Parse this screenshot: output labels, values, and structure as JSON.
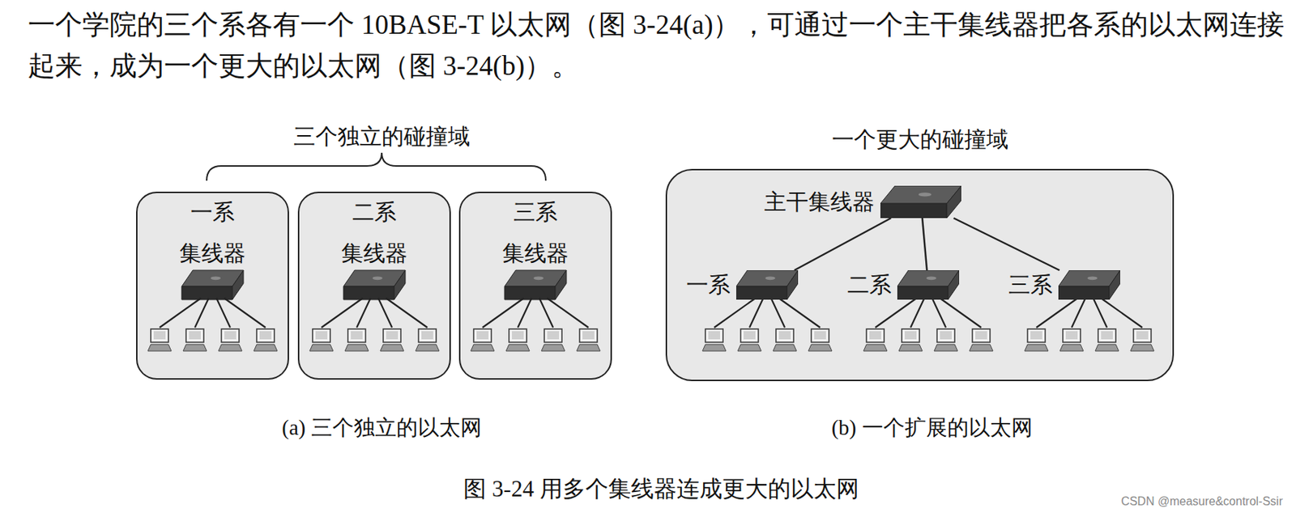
{
  "diagram": {
    "caption": "图 3-24 用多个集线器连成更大的以太网",
    "nodes": [
      {
        "text": [
          "一系",
          "集线器"
        ]
      },
      {
        "text": [
          "二系",
          "集线器"
        ]
      },
      {
        "text": [
          "三系",
          "集线器"
        ]
      },
      {
        "text": [
          "一个更大的碰撞域"
        ]
      },
      {
        "text": [
          "主干集线器"
        ],
        "in": 3
      },
      {
        "text": [
          "一系"
        ],
        "in": 3
      },
      {
        "text": [
          "二系"
        ],
        "in": 3
      },
      {
        "text": [
          "三系"
        ],
        "in": 3
      }
    ],
    "edges": [
      {
        "from": 4,
        "to": 5,
        "arrow": "none"
      },
      {
        "from": 4,
        "to": 6,
        "arrow": "none"
      },
      {
        "from": 4,
        "to": 7,
        "arrow": "none"
      }
    ],
    "labels": [
      "一个学院的三个系各有一个 10BASE-T 以太网（图 3-24(a)），可通过一个主干集线器把各系的以太网连接起来，成为一个更大的以太网（图 3-24(b)）。",
      "三个独立的碰撞域",
      "(a) 三个独立的以太网",
      "(b) 一个扩展的以太网",
      "CSDN @measure&control-Ssir"
    ]
  }
}
